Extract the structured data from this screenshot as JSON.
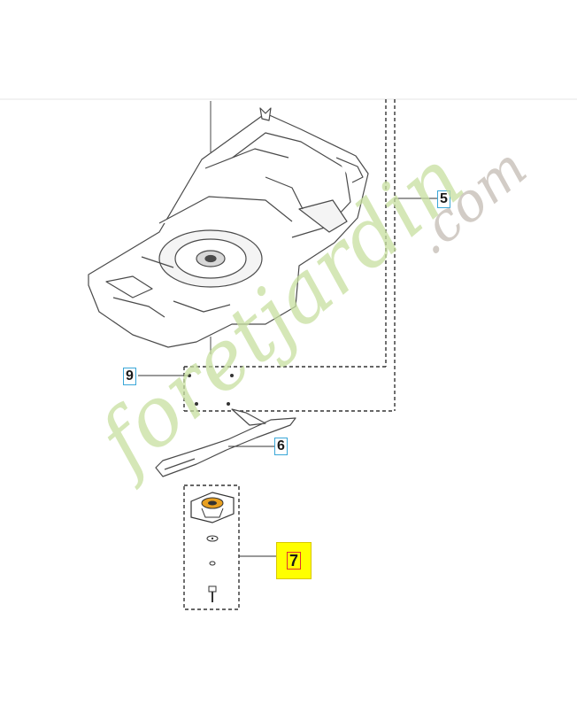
{
  "callouts": [
    {
      "id": "c5",
      "label": "5",
      "highlighted": false
    },
    {
      "id": "c9",
      "label": "9",
      "highlighted": false
    },
    {
      "id": "c6",
      "label": "6",
      "highlighted": false
    },
    {
      "id": "c7",
      "label": "7",
      "highlighted": true
    }
  ],
  "watermark": {
    "text_main": "foretjardin",
    "text_domain": ".com",
    "colors": {
      "green": "#c8e0a0",
      "orange": "#f5b860",
      "gray": "#c8c0b8"
    }
  },
  "colors": {
    "line": "#555555",
    "callout_border": "#3aa7d8",
    "highlight": "#ffff00",
    "part_orange": "#e8a020"
  }
}
